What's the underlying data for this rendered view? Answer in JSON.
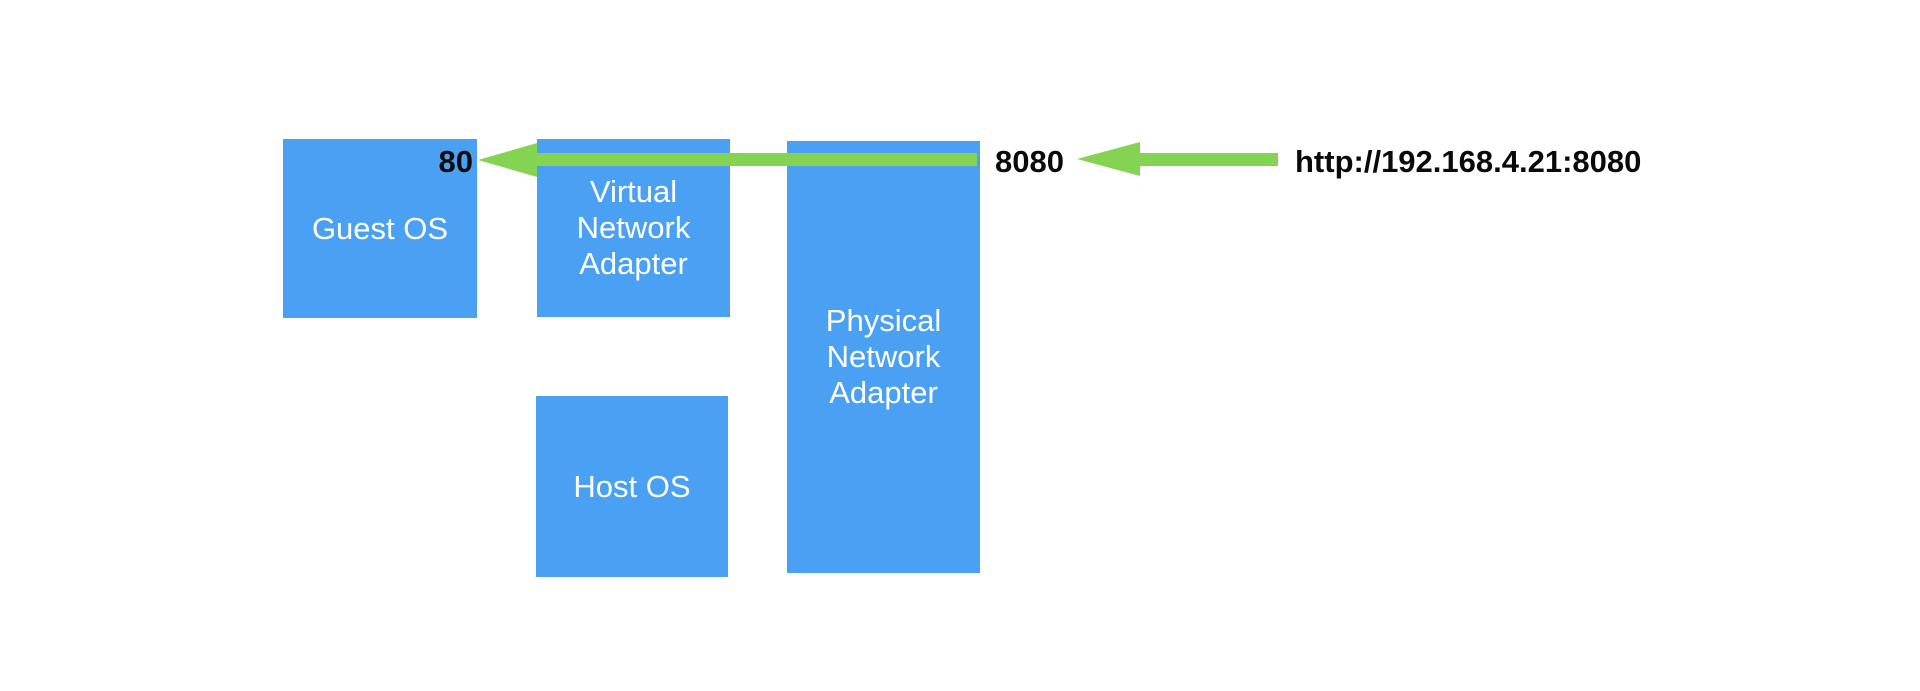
{
  "diagram": {
    "background": "#FFFFFF",
    "colors": {
      "box_blue": "#4AA0F3",
      "arrow_green": "#84D352",
      "label_black": "#0A0A0A"
    },
    "nodes": [
      {
        "label": "Guest OS"
      },
      {
        "label": "Virtual Network Adapter"
      },
      {
        "label": "Host OS"
      },
      {
        "label": "Physical Network Adapter"
      }
    ],
    "ports": {
      "guest": "80",
      "external": "8080"
    },
    "request_url": "http://192.168.4.21:8080",
    "arrow_icons": {
      "inbound_to_physical": "left-arrow-icon",
      "physical_to_guest": "left-arrow-icon"
    }
  }
}
